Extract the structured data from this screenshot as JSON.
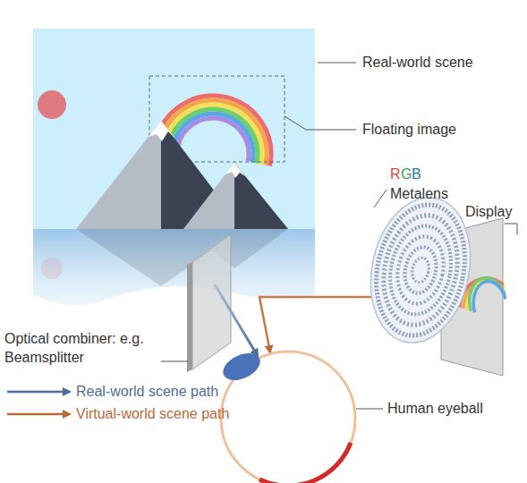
{
  "diagram": {
    "labels": [
      "Real-world scene",
      "Floating image",
      "R",
      "G",
      "B",
      "Metalens",
      "Display",
      "Optical combiner: e.g. Beamsplitter",
      "Human eyeball"
    ],
    "legend": [
      {
        "text": "Real-world scene path"
      },
      {
        "text": "Virtual-world scene path"
      }
    ]
  }
}
